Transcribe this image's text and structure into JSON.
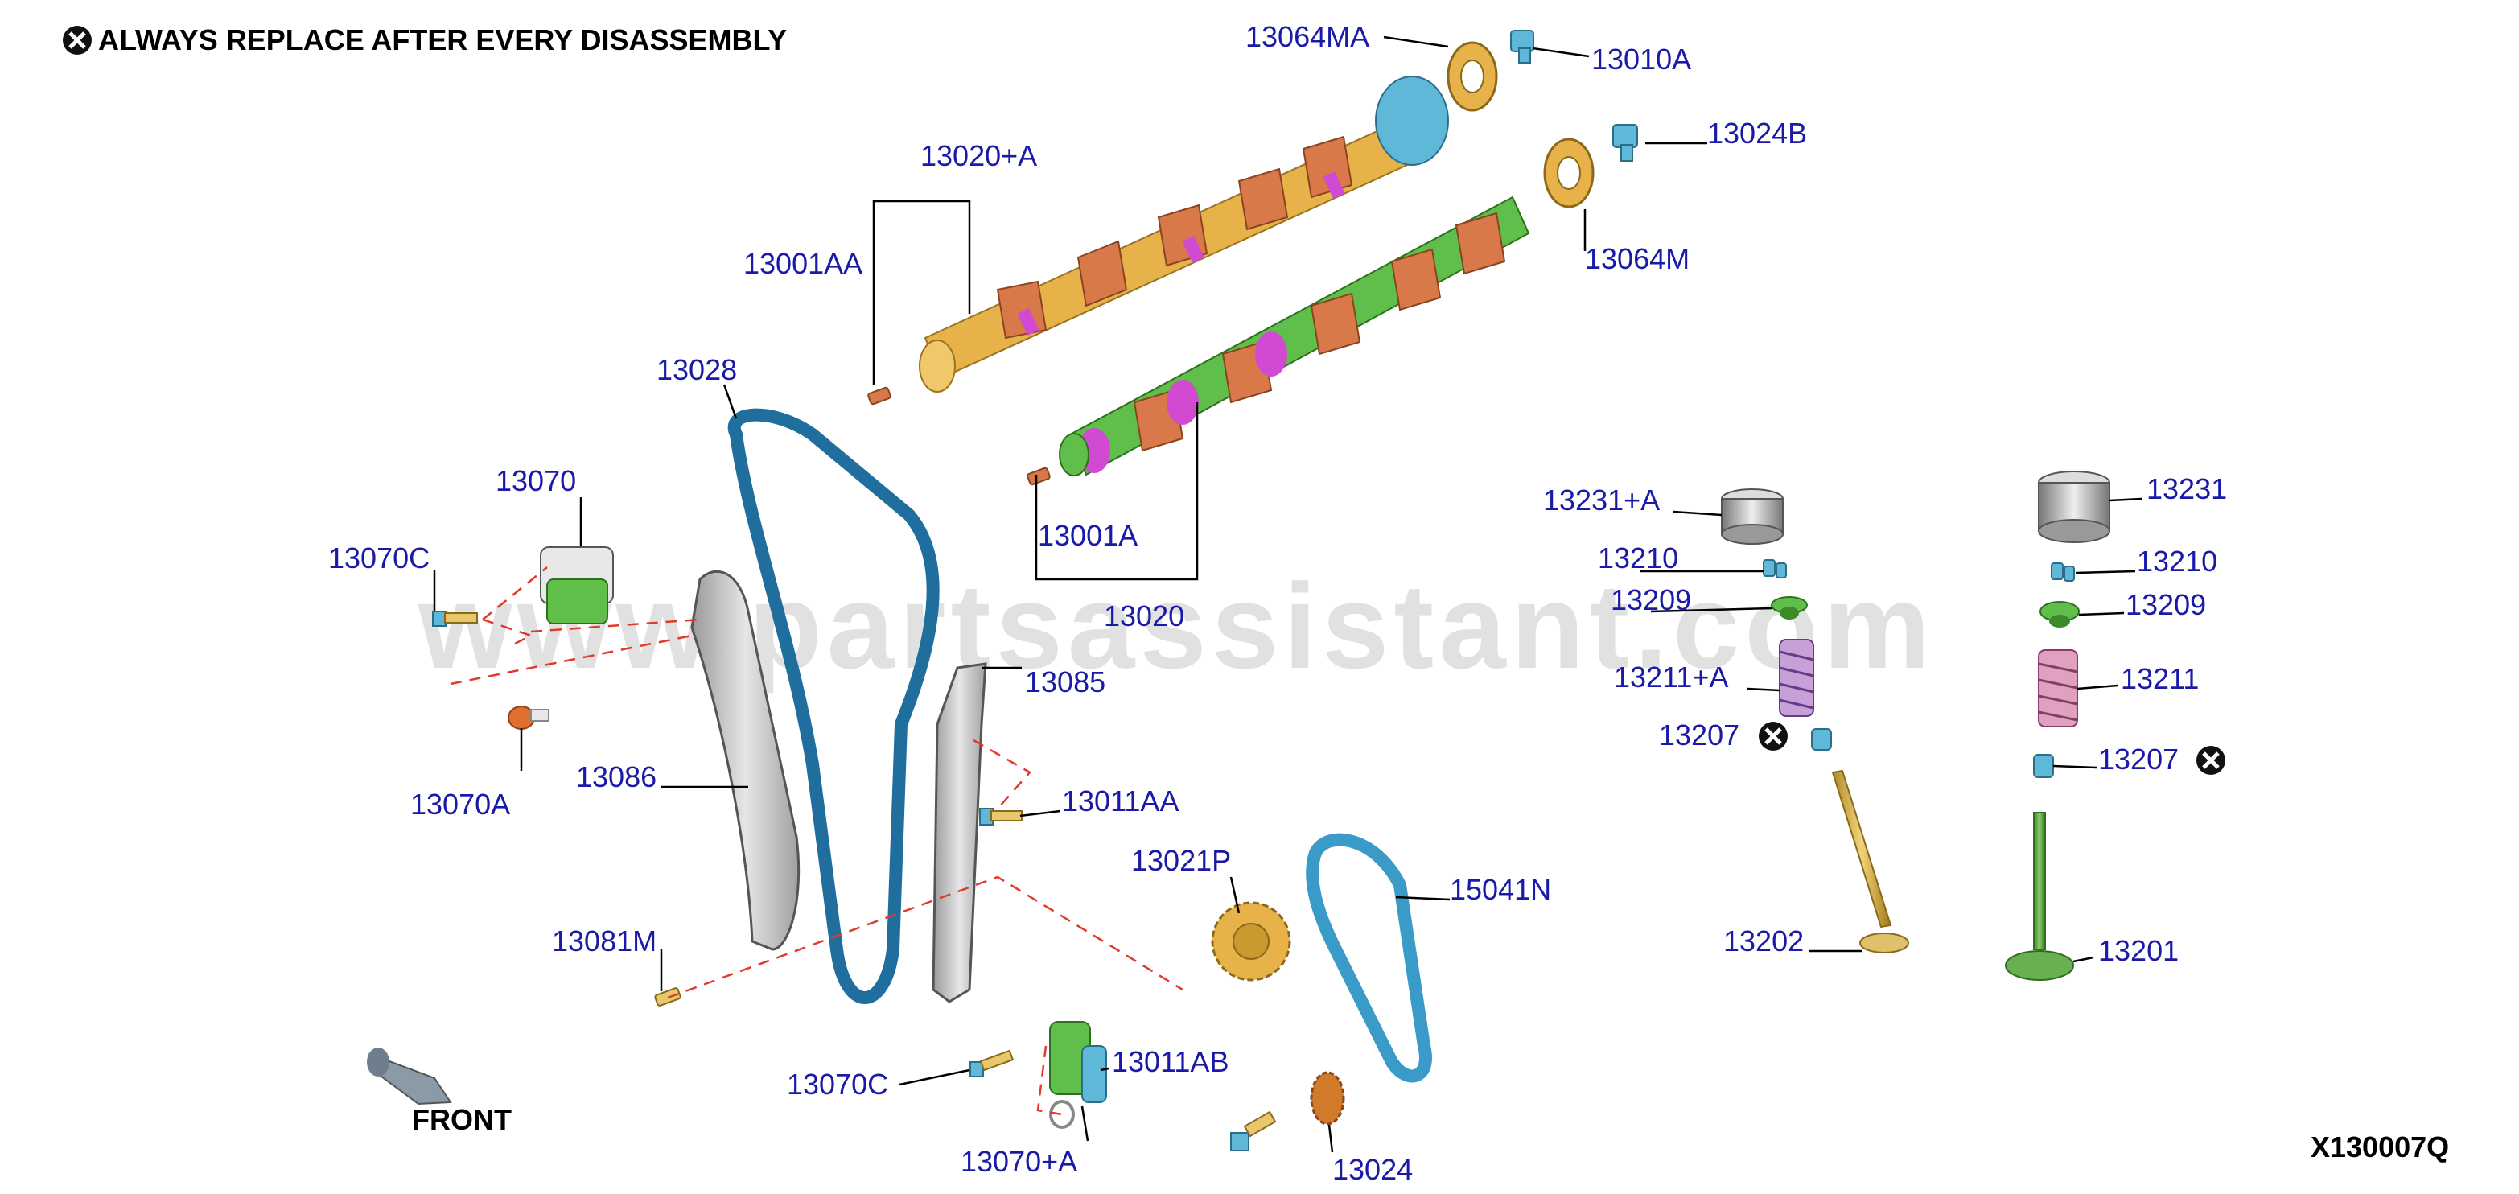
{
  "header": {
    "notice": "ALWAYS REPLACE AFTER EVERY DISASSEMBLY",
    "notice_icon": "replace-mark-icon",
    "diagram_code": "X130007Q",
    "direction_label": "FRONT",
    "watermark": "www.partsassistant.com"
  },
  "colors": {
    "label": "#1a1aa8",
    "dash": "#e23a2a",
    "chain": "#1f6e9e",
    "cam_intake": "#e8b24a",
    "cam_exhaust": "#5fbf4a",
    "lobe": "#d9794a",
    "collar": "#d24ad2"
  },
  "parts": {
    "p13064MA": "13064MA",
    "p13010A": "13010A",
    "p13024B": "13024B",
    "p13020A": "13020+A",
    "p13001AA": "13001AA",
    "p13064M": "13064M",
    "p13028": "13028",
    "p13070": "13070",
    "p13070C_top": "13070C",
    "p13001A": "13001A",
    "p13020": "13020",
    "p13085": "13085",
    "p13086": "13086",
    "p13070A": "13070A",
    "p13011AA": "13011AA",
    "p13021P": "13021P",
    "p15041N": "15041N",
    "p13081M": "13081M",
    "p13070C_bot": "13070C",
    "p13011AB": "13011AB",
    "p13070plusA": "13070+A",
    "p13024": "13024",
    "p13231A": "13231+A",
    "p13231": "13231",
    "p13210_left": "13210",
    "p13210_right": "13210",
    "p13209_left": "13209",
    "p13209_right": "13209",
    "p13211A": "13211+A",
    "p13211": "13211",
    "p13207_left": "13207",
    "p13207_right": "13207",
    "p13202": "13202",
    "p13201": "13201"
  }
}
